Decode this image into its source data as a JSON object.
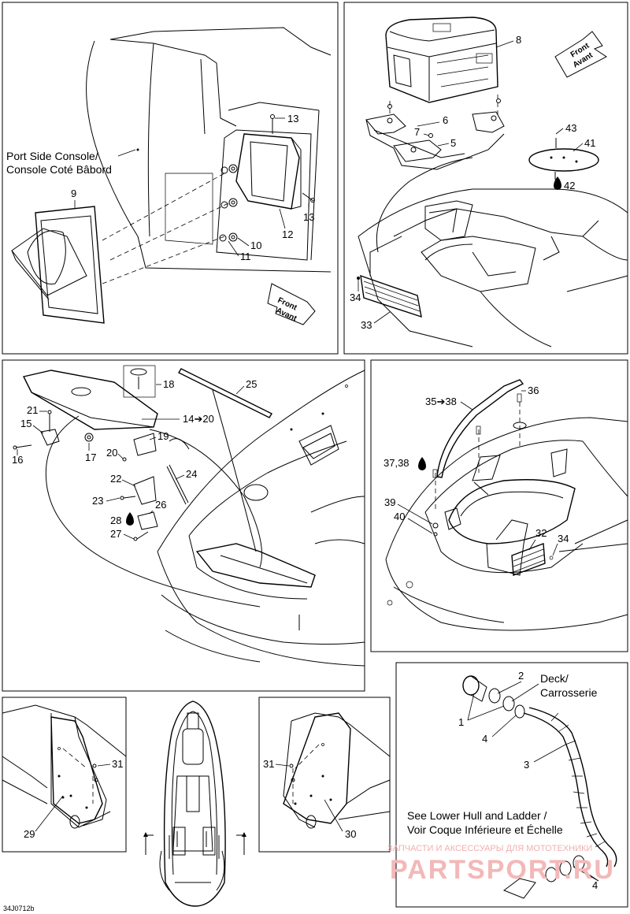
{
  "panels": {
    "top_left": {
      "console_label_line1": "Port Side Console/",
      "console_label_line2": "Console Coté Bâbord",
      "front_line1": "Front",
      "front_line2": "Avant",
      "callouts": [
        "9",
        "13",
        "13",
        "12",
        "10",
        "11"
      ]
    },
    "top_right": {
      "front_line1": "Front",
      "front_line2": "Avant",
      "callouts": [
        "8",
        "6",
        "7",
        "5",
        "43",
        "41",
        "42",
        "34",
        "33"
      ]
    },
    "mid_left": {
      "callouts": [
        "18",
        "25",
        "21",
        "15",
        "14➔20",
        "19",
        "16",
        "17",
        "20",
        "24",
        "22",
        "23",
        "26",
        "28",
        "27"
      ]
    },
    "mid_right": {
      "callouts": [
        "35➔38",
        "36",
        "37,38",
        "39",
        "40",
        "32",
        "34"
      ]
    },
    "bottom_left": {
      "callouts": [
        "31",
        "29"
      ]
    },
    "bottom_middle": {
      "callouts": [
        "31",
        "30"
      ]
    },
    "bottom_right": {
      "deck_line1": "Deck/",
      "deck_line2": "Carrosserie",
      "hull_line1": "See Lower Hull and Ladder /",
      "hull_line2": "Voir Coque Inférieure et Échelle",
      "callouts": [
        "2",
        "1",
        "4",
        "3",
        "4"
      ]
    }
  },
  "watermark": {
    "line1": "ЗАПЧАСТИ И АКСЕССУАРЫ ДЛЯ МОТОТЕХНИКИ",
    "line2": "PARTSPORT.RU"
  },
  "figure_id": "34J0712b"
}
